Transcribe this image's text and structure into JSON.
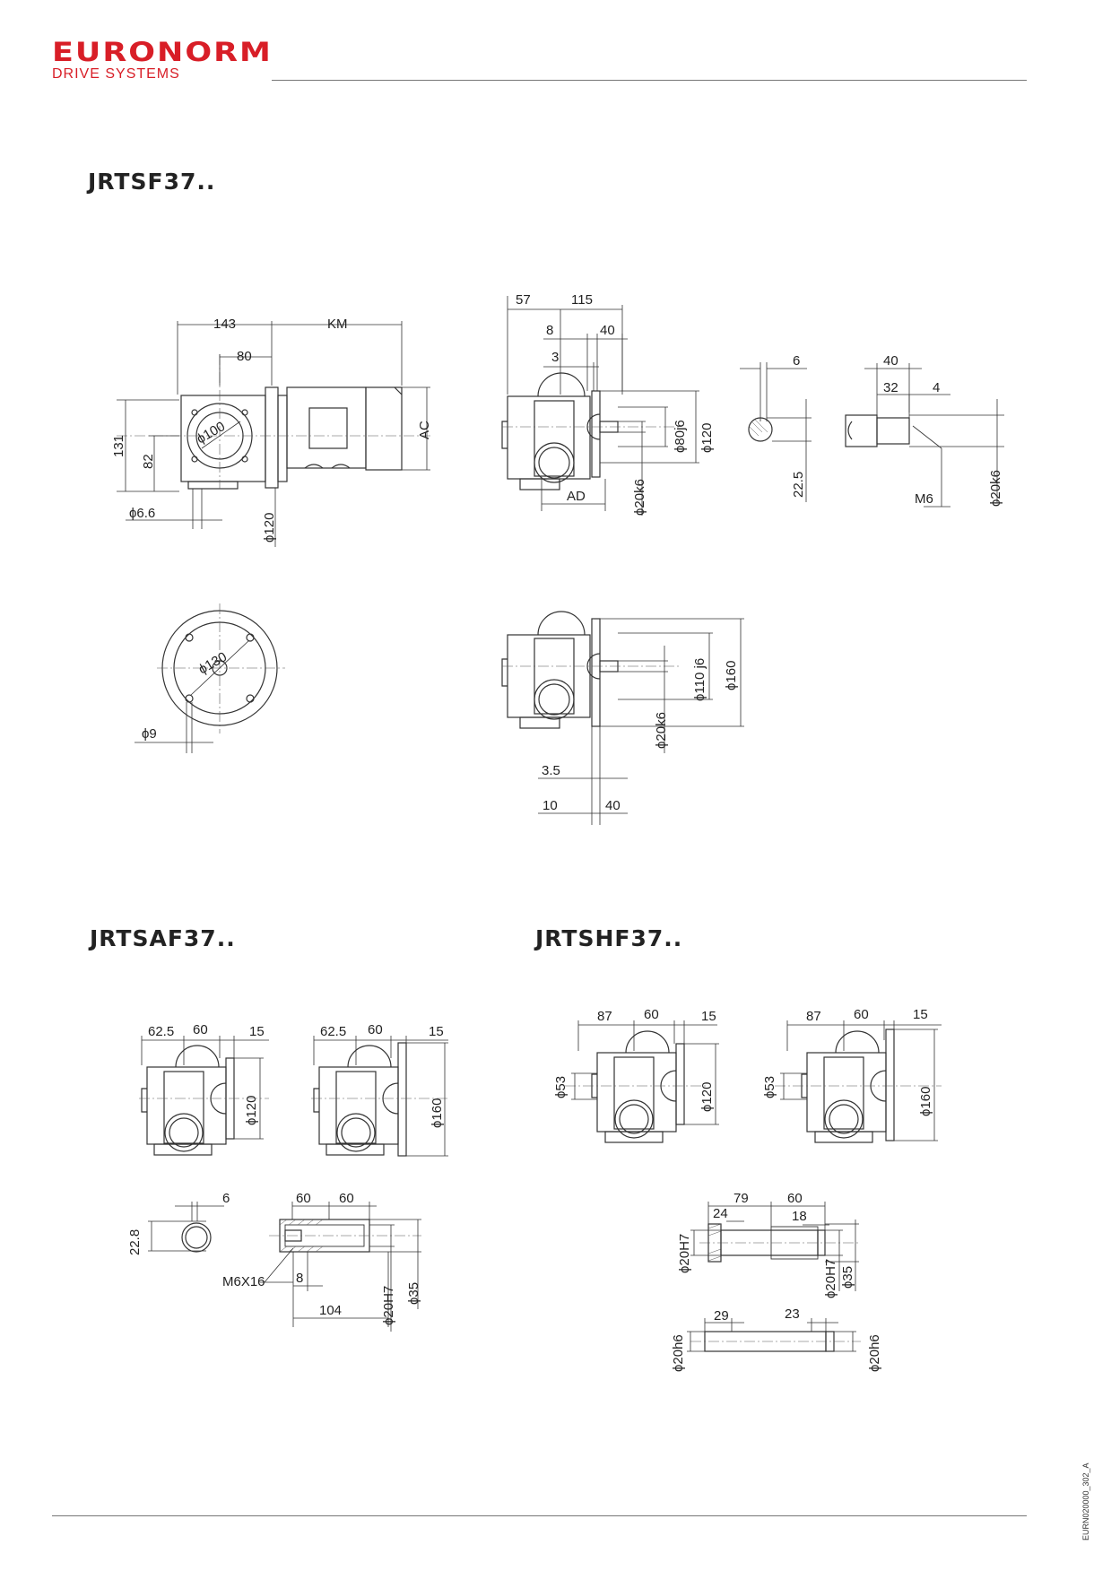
{
  "header": {
    "brand": "EURONORM",
    "brand_sub": "DRIVE SYSTEMS"
  },
  "colors": {
    "brand": "#d81e27",
    "line": "#333333"
  },
  "sections": {
    "s1_title": "JRTSF37..",
    "s2_title": "JRTSAF37..",
    "s3_title": "JRTSHF37.."
  },
  "doc_code": "EURN020000_302_A",
  "dims": {
    "d143": "143",
    "dKM": "KM",
    "d80": "80",
    "d131": "131",
    "d82": "82",
    "dphi100": "ϕ100",
    "dAC": "AC",
    "dphi66": "ϕ6.6",
    "dphi120a": "ϕ120",
    "d57": "57",
    "d115": "115",
    "d8": "8",
    "d40a": "40",
    "d3": "3",
    "dAD": "AD",
    "dphi80": "ϕ80j6",
    "dphi120b": "ϕ120",
    "dphi20k6a": "ϕ20k6",
    "d6a": "6",
    "d22_5": "22.5",
    "d40b": "40",
    "d32": "32",
    "d4": "4",
    "dM6": "M6",
    "dphi20k6b": "ϕ20k6",
    "dphi130": "ϕ130",
    "dphi9": "ϕ9",
    "dphi110": "ϕ110 j6",
    "dphi160a": "ϕ160",
    "dphi20k6c": "ϕ20k6",
    "d3_5": "3.5",
    "d10": "10",
    "d40c": "40",
    "af_62_5a": "62.5",
    "af_60a": "60",
    "af_15a": "15",
    "af_phi120": "ϕ120",
    "af_62_5b": "62.5",
    "af_60b": "60",
    "af_15b": "15",
    "af_phi160": "ϕ160",
    "af_6": "6",
    "af_22_8": "22.8",
    "af_60c": "60",
    "af_60d": "60",
    "af_M6X16": "M6X16",
    "af_8": "8",
    "af_104": "104",
    "af_phi20H7": "ϕ20H7",
    "af_phi35": "ϕ35",
    "hf_87a": "87",
    "hf_60a": "60",
    "hf_15a": "15",
    "hf_phi53a": "ϕ53",
    "hf_phi120": "ϕ120",
    "hf_87b": "87",
    "hf_60b": "60",
    "hf_15b": "15",
    "hf_phi53b": "ϕ53",
    "hf_phi160": "ϕ160",
    "hf_79": "79",
    "hf_60c": "60",
    "hf_24": "24",
    "hf_18": "18",
    "hf_phi20H7a": "ϕ20H7",
    "hf_phi20H7b": "ϕ20H7",
    "hf_phi35": "ϕ35",
    "hf_29": "29",
    "hf_23": "23",
    "hf_phi20h6a": "ϕ20h6",
    "hf_phi20h6b": "ϕ20h6"
  }
}
